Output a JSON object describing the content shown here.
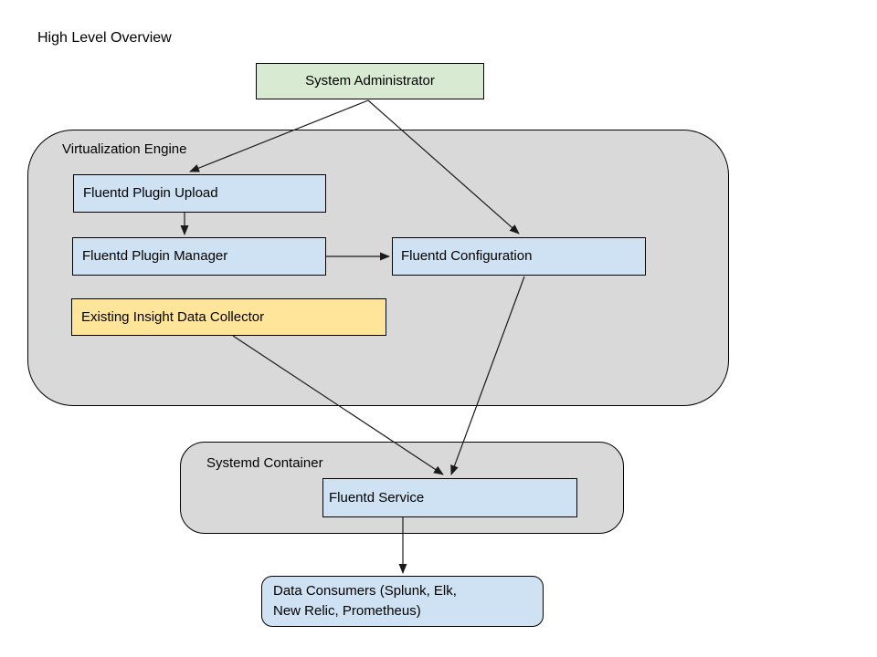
{
  "page": {
    "title": "High Level Overview"
  },
  "colors": {
    "actor_green": "#d9ead3",
    "component_blue": "#cfe2f3",
    "legacy_yellow": "#ffe599",
    "container_gray": "#d9d9d9",
    "border_black": "#000000",
    "background_white": "#ffffff"
  },
  "diagram": {
    "containers": {
      "virtualization_engine": {
        "label": "Virtualization Engine",
        "fill": "#d9d9d9"
      },
      "systemd_container": {
        "label": "Systemd Container",
        "fill": "#d9d9d9"
      }
    },
    "nodes": {
      "system_administrator": {
        "label": "System Administrator",
        "fill": "#d9ead3"
      },
      "fluentd_plugin_upload": {
        "label": "Fluentd Plugin Upload",
        "fill": "#cfe2f3"
      },
      "fluentd_plugin_manager": {
        "label": "Fluentd Plugin Manager",
        "fill": "#cfe2f3"
      },
      "fluentd_configuration": {
        "label": "Fluentd Configuration",
        "fill": "#cfe2f3"
      },
      "existing_insight_data_collector": {
        "label": "Existing Insight Data Collector",
        "fill": "#ffe599"
      },
      "fluentd_service": {
        "label": "Fluentd Service",
        "fill": "#cfe2f3"
      },
      "data_consumers": {
        "label": "Data Consumers (Splunk, Elk,\nNew Relic, Prometheus)",
        "fill": "#cfe2f3"
      }
    },
    "edges": [
      {
        "from": "system_administrator",
        "to": "fluentd_plugin_upload"
      },
      {
        "from": "system_administrator",
        "to": "fluentd_configuration"
      },
      {
        "from": "fluentd_plugin_upload",
        "to": "fluentd_plugin_manager"
      },
      {
        "from": "fluentd_plugin_manager",
        "to": "fluentd_configuration"
      },
      {
        "from": "fluentd_configuration",
        "to": "fluentd_service"
      },
      {
        "from": "existing_insight_data_collector",
        "to": "fluentd_service"
      },
      {
        "from": "fluentd_service",
        "to": "data_consumers"
      }
    ]
  }
}
